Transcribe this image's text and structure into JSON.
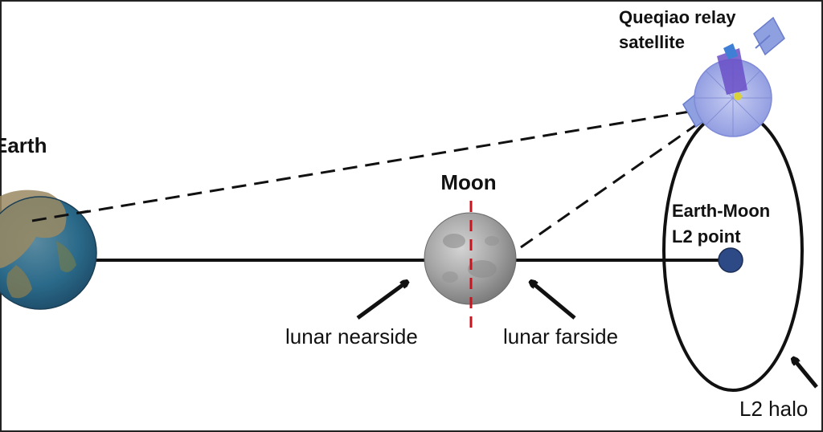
{
  "labels": {
    "earth": "Earth",
    "moon": "Moon",
    "satellite_line1": "Queqiao relay",
    "satellite_line2": "satellite",
    "l2_line1": "Earth-Moon",
    "l2_line2": "L2 point",
    "nearside": "lunar nearside",
    "farside": "lunar farside",
    "halo": "L2 halo"
  },
  "colors": {
    "line": "#111111",
    "moon_axis": "#c8141e",
    "l2_point": "#2e4a86",
    "earth_ocean": "#2b6a8a",
    "earth_land": "#9a8a63",
    "moon_surface": "#a3a3a3",
    "satellite_dish": "#9aa6e6",
    "satellite_panel": "#8fa0e0"
  },
  "icons": {
    "earth": "earth-globe-icon",
    "moon": "moon-icon",
    "satellite": "relay-satellite-icon",
    "l2_point": "l2-point-marker-icon"
  }
}
